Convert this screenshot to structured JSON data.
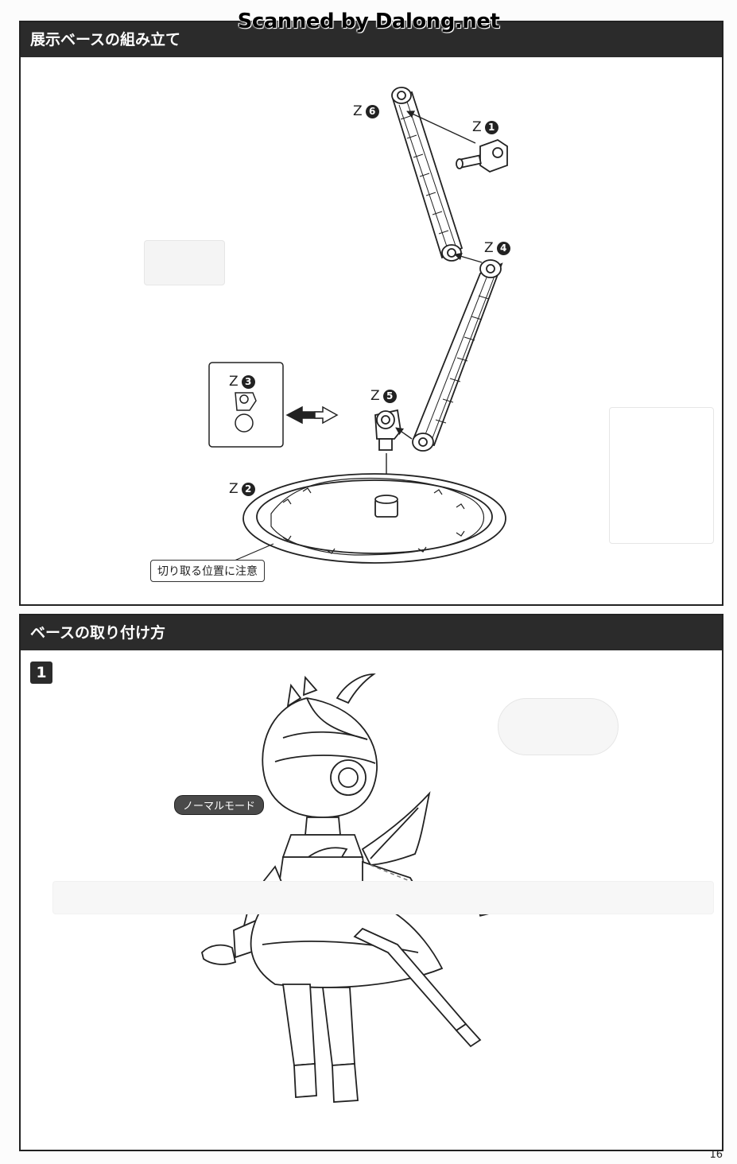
{
  "watermark": "Scanned by Dalong.net",
  "section1": {
    "title": "展示ベースの組み立て",
    "parts": {
      "z6": {
        "letter": "Z",
        "num": "6"
      },
      "z1": {
        "letter": "Z",
        "num": "1"
      },
      "z4": {
        "letter": "Z",
        "num": "4"
      },
      "z3": {
        "letter": "Z",
        "num": "3"
      },
      "z5": {
        "letter": "Z",
        "num": "5"
      },
      "z2": {
        "letter": "Z",
        "num": "2"
      }
    },
    "caution": "切り取る位置に注意"
  },
  "section2": {
    "title": "ベースの取り付け方",
    "step": "1",
    "mode_label": "ノーマルモード"
  },
  "page_number": "16"
}
